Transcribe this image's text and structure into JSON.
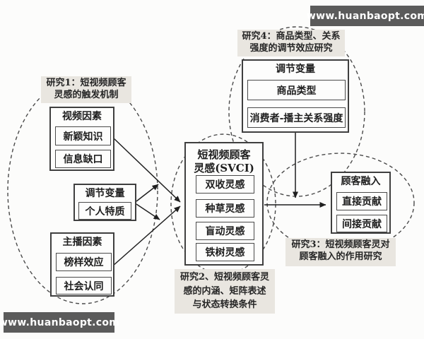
{
  "watermark": {
    "top_text": "www.huanbaopt.com",
    "bottom_text": "www.huanbaopt.com"
  },
  "colors": {
    "banner_bg": "#5b5b5b",
    "label_bg": "#e9e6e0",
    "box_border": "#3f3f3f",
    "arrow": "#1f1f1f",
    "ellipse_dash": "#4a4a4a",
    "paper_bg": "#fcfcfb"
  },
  "study_labels": {
    "study1": "研究1：短视频顾客\n灵感的触发机制",
    "study2": "研究2、短视频顾客灵\n感的内涵、矩阵表述\n与状态转换条件",
    "study3": "研究3：短视频顾客灵对\n顾客融入的作用研究",
    "study4": "研究4：商品类型、关系\n强度的调节效应研究"
  },
  "boxes": {
    "video_factors": {
      "title": "视频因素",
      "items": [
        "新颖知识",
        "信息缺口"
      ]
    },
    "personal_moderator": {
      "title": "调节变量",
      "items": [
        "个人特质"
      ]
    },
    "streamer_factors": {
      "title": "主播因素",
      "items": [
        "榜样效应",
        "社会认同"
      ]
    },
    "svci": {
      "title": "短视频顾客\n灵感(SVCI)",
      "items": [
        "双收灵感",
        "种草灵感",
        "盲动灵感",
        "铁树灵感"
      ]
    },
    "top_moderator": {
      "title": "调节变量",
      "items": [
        "商品类型",
        "消费者-播主关系强度"
      ]
    },
    "customer_engagement": {
      "title": "顾客融入",
      "items": [
        "直接贡献",
        "间接贡献"
      ]
    }
  }
}
